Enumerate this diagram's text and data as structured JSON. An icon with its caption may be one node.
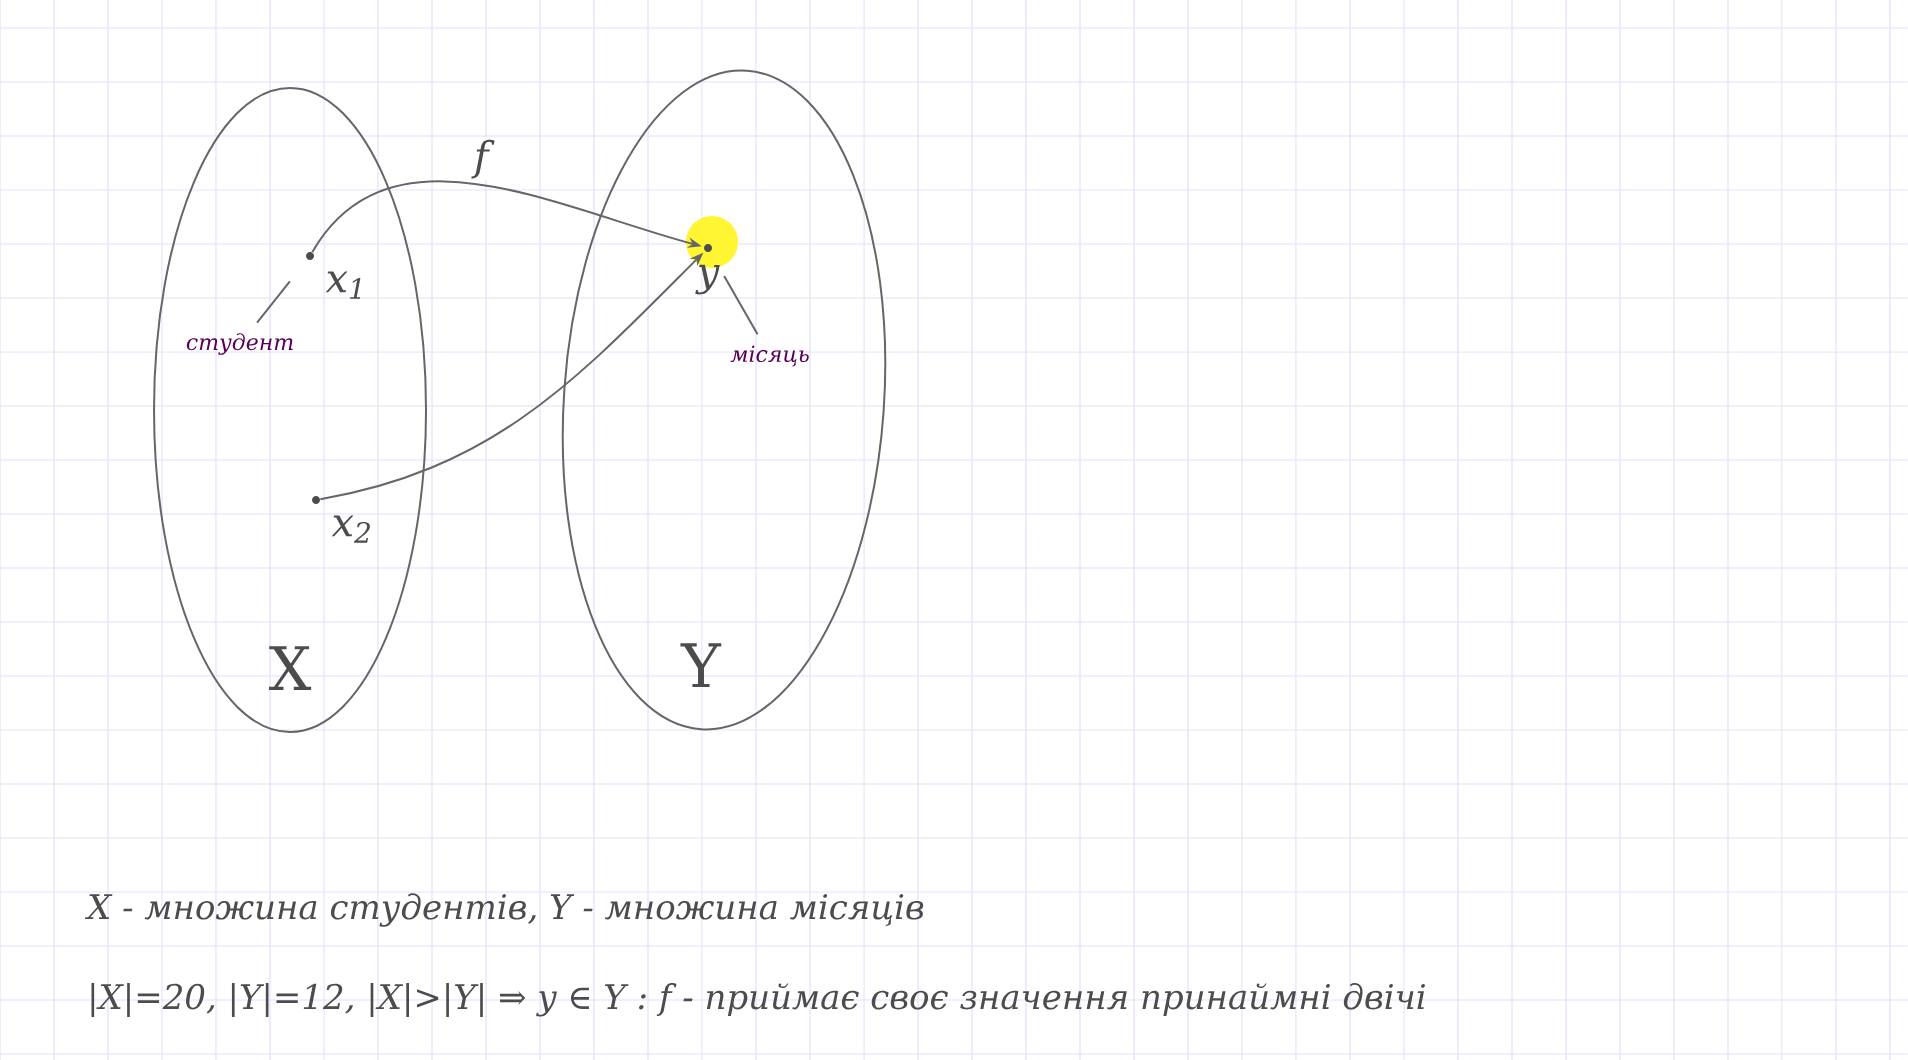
{
  "diagram": {
    "nodes": [
      {
        "text": [
          "X"
        ]
      },
      {
        "text": [
          "Y"
        ]
      },
      {
        "text": [
          "x$_{1}$"
        ],
        "in": 0
      },
      {
        "text": [
          "студент"
        ],
        "in": 0
      },
      {
        "text": [
          "x$_{2}$"
        ],
        "in": 0
      },
      {
        "text": [
          "y"
        ],
        "in": 1
      },
      {
        "text": [
          "місяць"
        ],
        "in": 1
      }
    ],
    "edges": [
      {
        "from": 2,
        "to": 5,
        "arrow": "to",
        "label": "f"
      },
      {
        "from": 4,
        "to": 5,
        "arrow": "to"
      },
      {
        "from": 3,
        "to": 2,
        "arrow": "none"
      },
      {
        "from": 6,
        "to": 5,
        "arrow": "none"
      }
    ],
    "labels": [
      "X - множина студентів,   Y - множина місяців",
      "|X|=20,  |Y|=12,   |X|>|Y| ⇒ y ∈ Y : f - приймає своє значення принаймні двічі"
    ]
  }
}
